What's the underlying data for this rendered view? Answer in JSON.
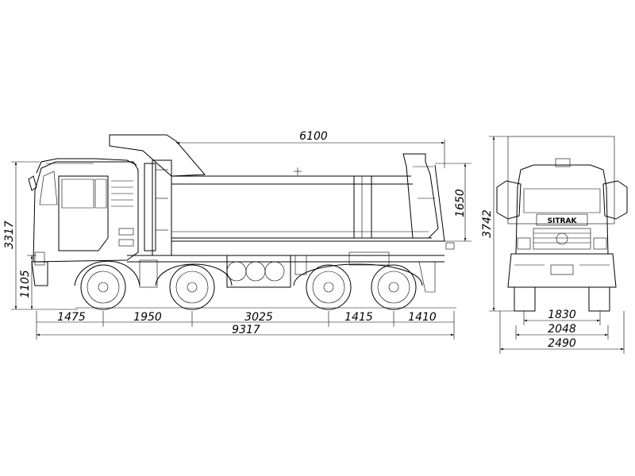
{
  "side_view": {
    "dimensions": {
      "body_length": "6100",
      "overall_height": "3317",
      "body_height": "1650",
      "frame_height": "1105",
      "front_overhang": "1475",
      "wheelbase_1": "1950",
      "wheelbase_2": "3025",
      "wheelbase_3": "1415",
      "rear_overhang": "1410",
      "overall_length": "9317"
    }
  },
  "front_view": {
    "brand_text": "SITRAK",
    "dimensions": {
      "total_height": "3742",
      "track_width": "1830",
      "cab_width": "2048",
      "overall_width": "2490"
    }
  },
  "colors": {
    "line": "#000000",
    "background": "#ffffff"
  }
}
